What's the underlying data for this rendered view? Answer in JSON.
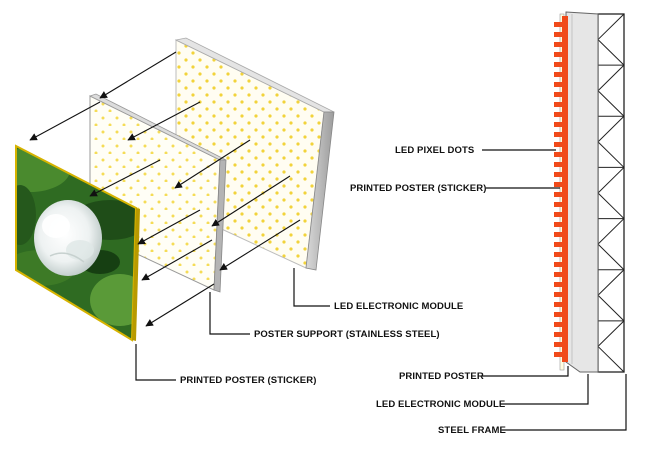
{
  "labels": {
    "led_electronic_module_left": "LED ELECTRONIC MODULE",
    "poster_support": "POSTER SUPPORT (STAINLESS STEEL)",
    "printed_poster_sticker_left": "PRINTED POSTER (STICKER)",
    "led_pixel_dots": "LED PIXEL DOTS",
    "printed_poster_sticker_right": "PRINTED POSTER (STICKER)",
    "printed_poster_right": "PRINTED POSTER",
    "led_electronic_module_right": "LED ELECTRONIC MODULE",
    "steel_frame": "STEEL FRAME"
  },
  "colors": {
    "led_dot": "#f2d33a",
    "pixel_strip": "#f04a1a",
    "module_edge": "#c9c9c9",
    "poster_border": "#d6b300",
    "leaf_green": "#2f6b22"
  },
  "images": {
    "poster_photo": "white-flower-photo"
  }
}
